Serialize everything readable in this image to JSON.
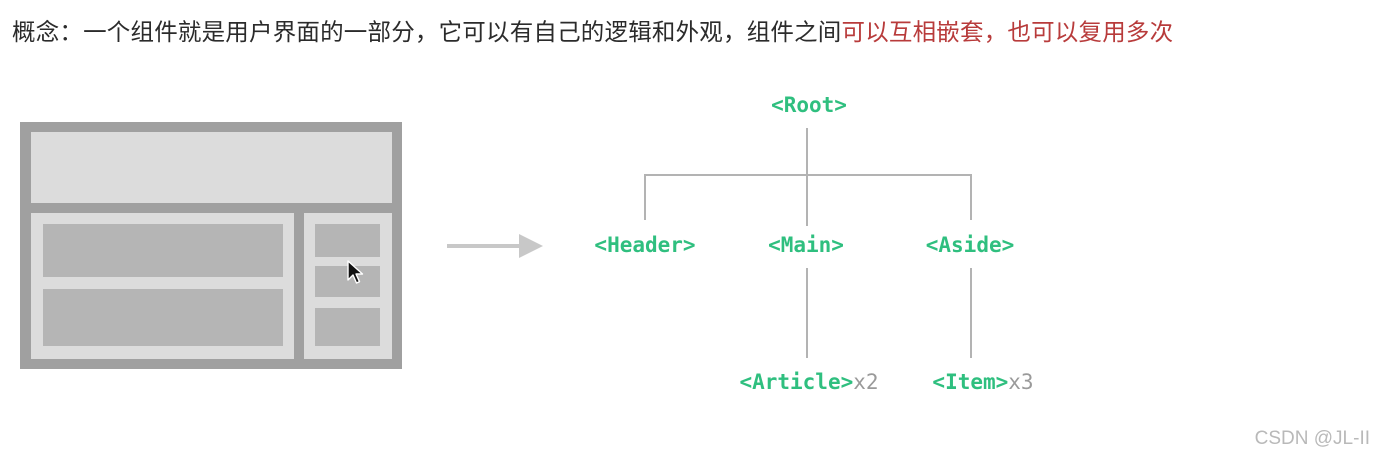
{
  "concept": {
    "text": "概念：一个组件就是用户界面的一部分，它可以有自己的逻辑和外观，组件之间",
    "highlight": "可以互相嵌套，也可以复用多次"
  },
  "colors": {
    "node_green": "#2fbf7f",
    "highlight_red": "#b83b3b",
    "multiplier_gray": "#9a9a9a"
  },
  "tree": {
    "root": "<Root>",
    "header": "<Header>",
    "main": "<Main>",
    "aside": "<Aside>",
    "article": "<Article>",
    "article_mult": "x2",
    "item": "<Item>",
    "item_mult": "x3"
  },
  "watermark": "CSDN @JL-II"
}
